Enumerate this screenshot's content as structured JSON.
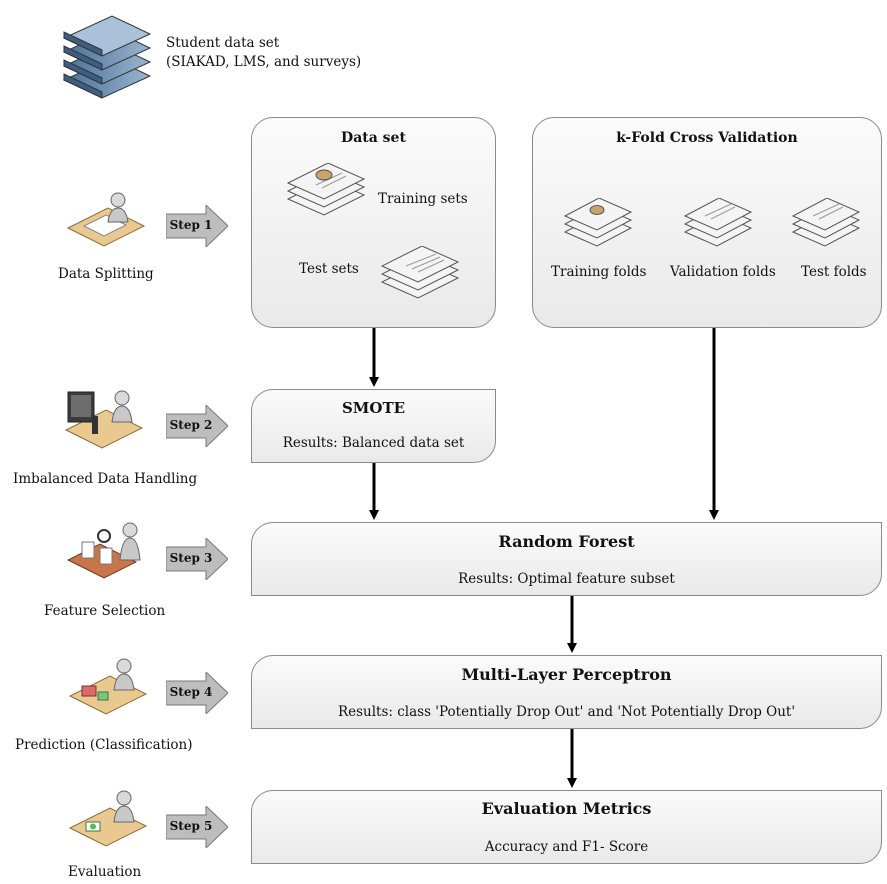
{
  "dataset_source": {
    "title": "Student data set",
    "subtitle": "(SIAKAD, LMS, and surveys)",
    "icon": "database-stack-icon"
  },
  "data_set_panel": {
    "title": "Data set",
    "training_label": "Training sets",
    "test_label": "Test sets"
  },
  "kfold_panel": {
    "title": "k-Fold Cross Validation",
    "training_folds": "Training folds",
    "validation_folds": "Validation folds",
    "test_folds": "Test folds"
  },
  "stages": [
    {
      "label": "Data Splitting",
      "step": "Step 1",
      "icon": "analyst-desk-icon"
    },
    {
      "label": "Imbalanced Data Handling",
      "step": "Step 2",
      "icon": "lab-microscope-icon"
    },
    {
      "label": "Feature Selection",
      "step": "Step 3",
      "icon": "inspector-conveyor-icon"
    },
    {
      "label": "Prediction (Classification)",
      "step": "Step 4",
      "icon": "worker-desk-icon"
    },
    {
      "label": "Evaluation",
      "step": "Step 5",
      "icon": "reviewer-desk-icon"
    }
  ],
  "smote": {
    "title": "SMOTE",
    "result": "Results: Balanced data set"
  },
  "random_forest": {
    "title": "Random Forest",
    "result": "Results: Optimal feature subset"
  },
  "mlp": {
    "title": "Multi-Layer Perceptron",
    "result": "Results: class 'Potentially Drop Out' and 'Not Potentially Drop Out'"
  },
  "evaluation": {
    "title": "Evaluation Metrics",
    "result": "Accuracy and F1- Score"
  },
  "colors": {
    "panel_border": "#8a8a8a",
    "arrow": "#000000",
    "step_arrow": "#bdbdbd",
    "database": "#6f8fb3"
  }
}
